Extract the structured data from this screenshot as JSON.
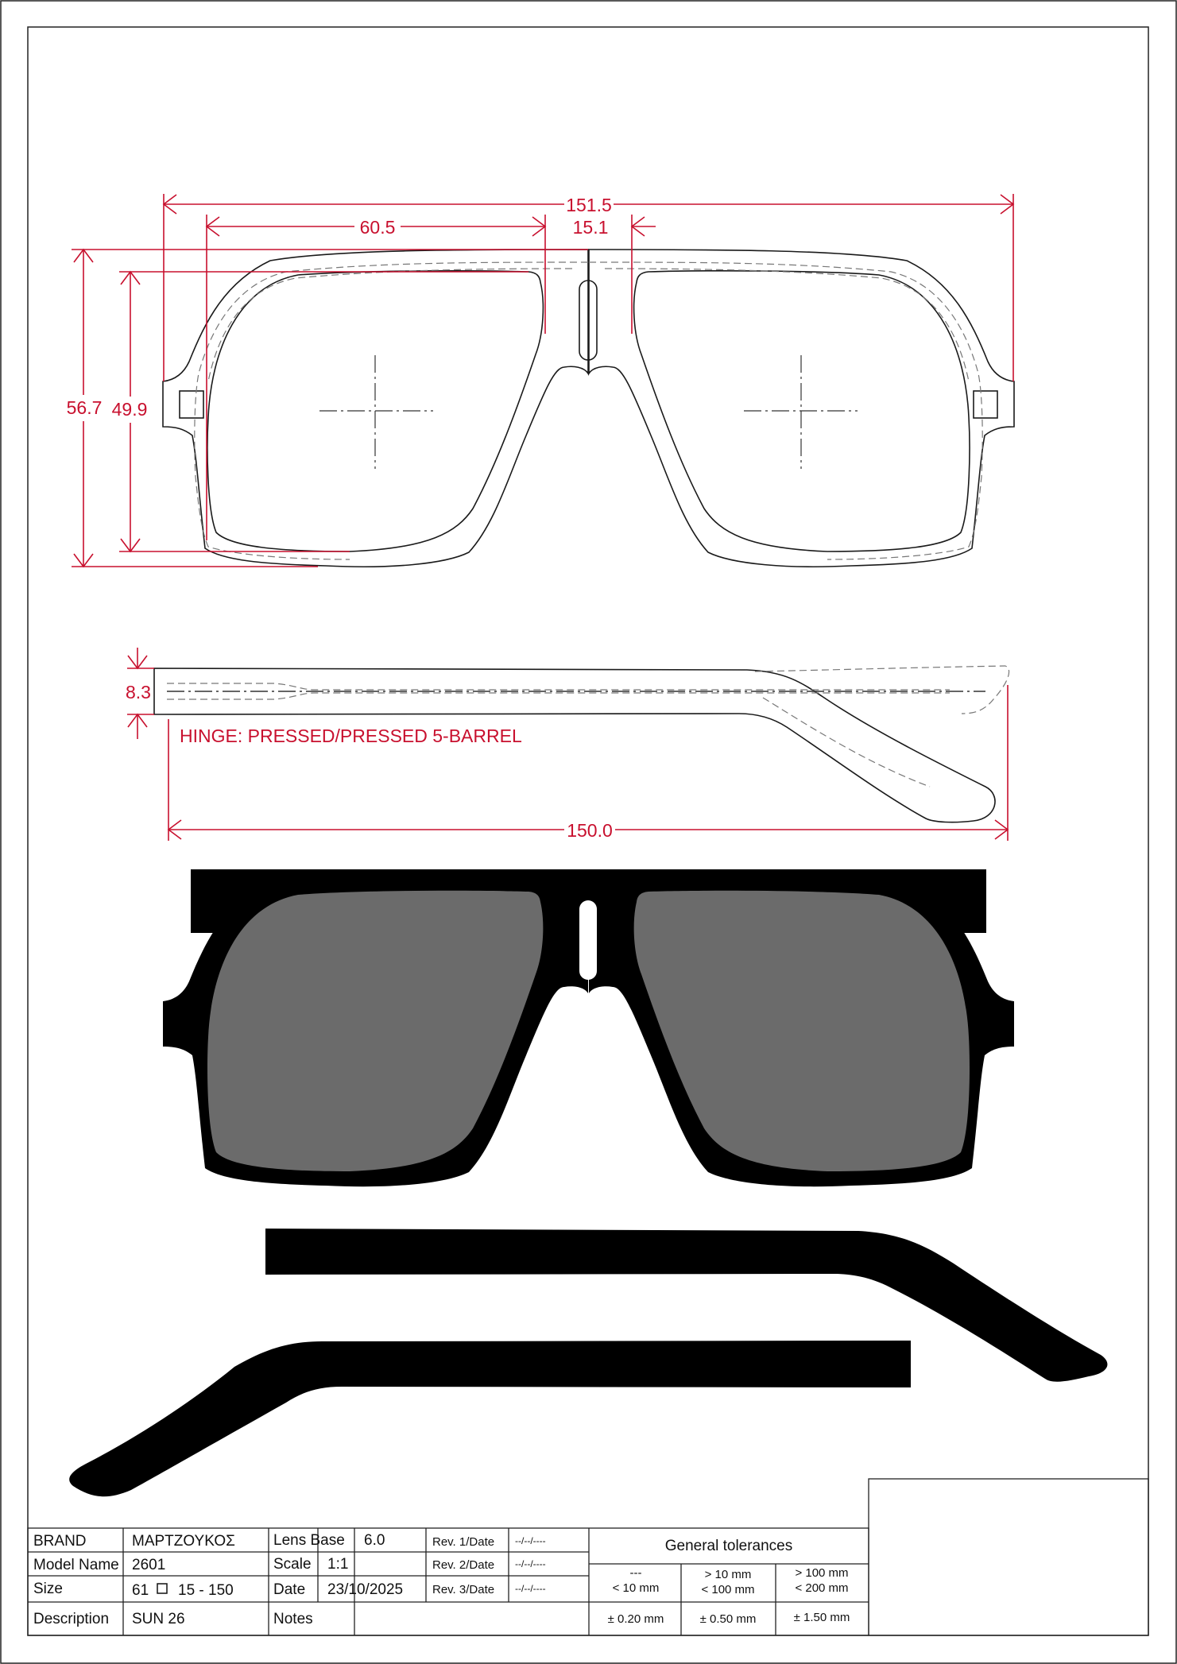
{
  "drawing": {
    "dimensions": {
      "total_width": "151.5",
      "lens_width": "60.5",
      "bridge": "15.1",
      "total_height": "56.7",
      "lens_height": "49.9",
      "temple_height": "8.3",
      "temple_length": "150.0"
    },
    "hinge_note": "HINGE: PRESSED/PRESSED 5-BARREL",
    "colors": {
      "dimension": "#c8102e",
      "outline": "#1a1a1a",
      "hidden_line": "#777777",
      "frame_fill": "#000000",
      "lens_fill": "#6b6b6b"
    }
  },
  "title_block": {
    "brand_label": "BRAND",
    "brand_value": "ΜΑΡΤΖΟΥΚΟΣ",
    "model_label": "Model Name",
    "model_value": "2601",
    "size_label": "Size",
    "size_lens": "61",
    "size_rest": "15 - 150",
    "description_label": "Description",
    "description_value": "SUN 26",
    "lens_base_label": "Lens Base",
    "lens_base_value": "6.0",
    "scale_label": "Scale",
    "scale_value": "1:1",
    "date_label": "Date",
    "date_value": "23/10/2025",
    "notes_label": "Notes",
    "rev1_label": "Rev. 1/Date",
    "rev1_value": "--/--/----",
    "rev2_label": "Rev. 2/Date",
    "rev2_value": "--/--/----",
    "rev3_label": "Rev. 3/Date",
    "rev3_value": "--/--/----",
    "tolerances_title": "General tolerances",
    "tolerance_ranges": [
      {
        "line1": "---",
        "line2": "< 10 mm"
      },
      {
        "line1": "> 10 mm",
        "line2": "< 100 mm"
      },
      {
        "line1": "> 100 mm",
        "line2": "< 200 mm"
      }
    ],
    "tolerance_values": [
      "± 0.20 mm",
      "± 0.50 mm",
      "± 1.50 mm"
    ]
  }
}
